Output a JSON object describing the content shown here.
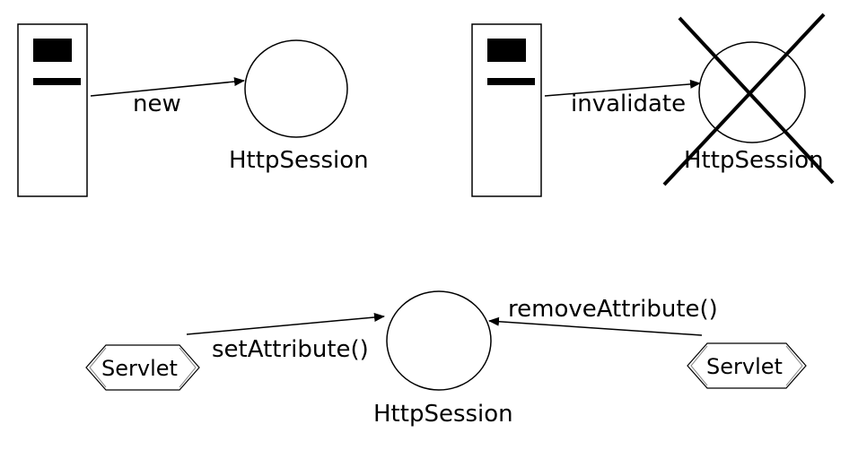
{
  "colors": {
    "stroke": "#000000",
    "background": "#ffffff"
  },
  "top_left": {
    "server": "server-icon",
    "arrow_label": "new",
    "session_label": "HttpSession"
  },
  "top_right": {
    "server": "server-icon",
    "arrow_label": "invalidate",
    "session_label": "HttpSession",
    "crossed_out": true
  },
  "bottom": {
    "left_servlet_label": "Servlet",
    "left_arrow_label": "setAttribute()",
    "right_servlet_label": "Servlet",
    "right_arrow_label": "removeAttribute()",
    "session_label": "HttpSession"
  }
}
